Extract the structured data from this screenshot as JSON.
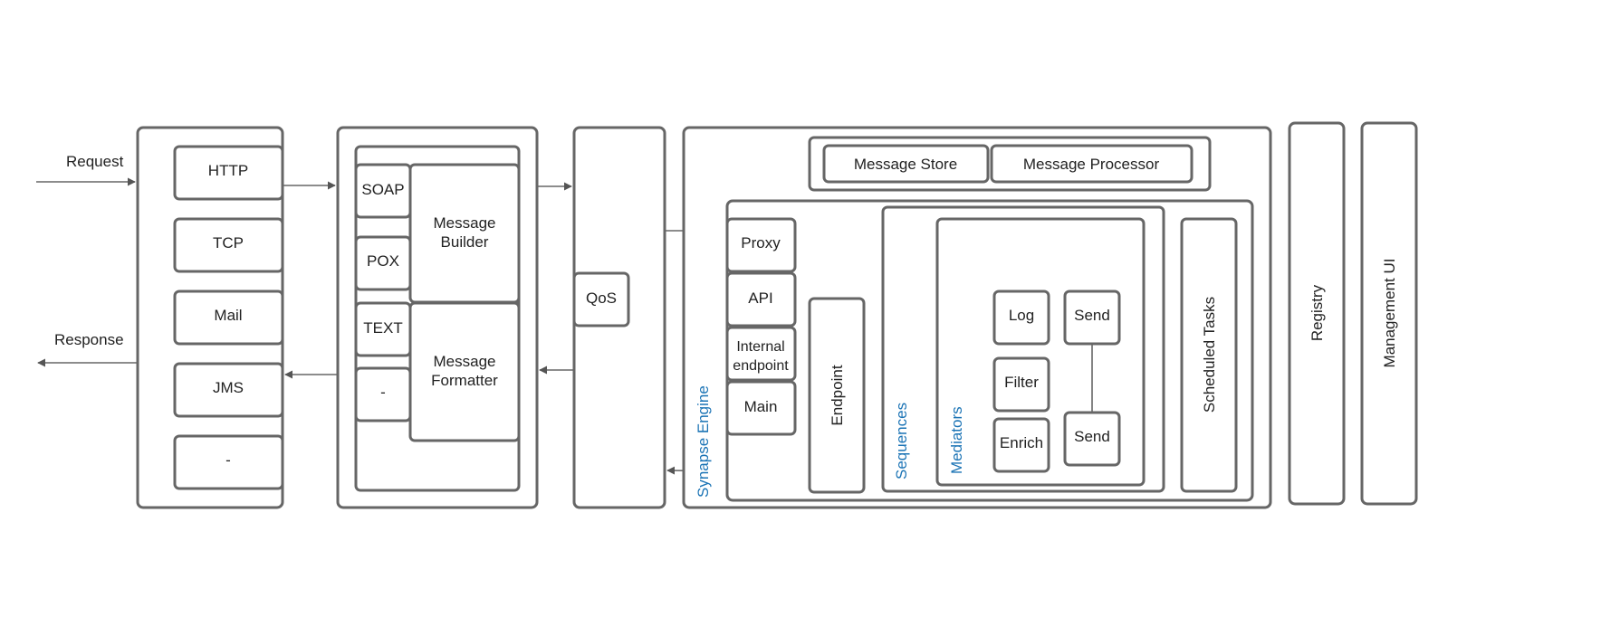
{
  "colors": {
    "stroke": "#666666",
    "text": "#222222",
    "accent": "#1a73b5",
    "background": "#ffffff"
  },
  "flow": {
    "request": "Request",
    "response": "Response"
  },
  "transports": {
    "http": "HTTP",
    "tcp": "TCP",
    "mail": "Mail",
    "jms": "JMS",
    "other": "-"
  },
  "formats": {
    "soap": "SOAP",
    "pox": "POX",
    "text": "TEXT",
    "other": "-"
  },
  "message": {
    "builder": [
      "Message",
      "Builder"
    ],
    "formatter": [
      "Message",
      "Formatter"
    ]
  },
  "qos": "QoS",
  "engine": {
    "label": "Synapse Engine",
    "message_store": "Message Store",
    "message_processor": "Message Processor",
    "proxy": "Proxy",
    "api": "API",
    "internal_endpoint": [
      "Internal",
      "endpoint"
    ],
    "main": "Main",
    "endpoint": "Endpoint",
    "sequences": "Sequences",
    "mediators": "Mediators",
    "log": "Log",
    "filter": "Filter",
    "enrich": "Enrich",
    "send_top": "Send",
    "send_bottom": "Send",
    "scheduled_tasks": "Scheduled Tasks"
  },
  "registry": "Registry",
  "management_ui": "Management UI"
}
